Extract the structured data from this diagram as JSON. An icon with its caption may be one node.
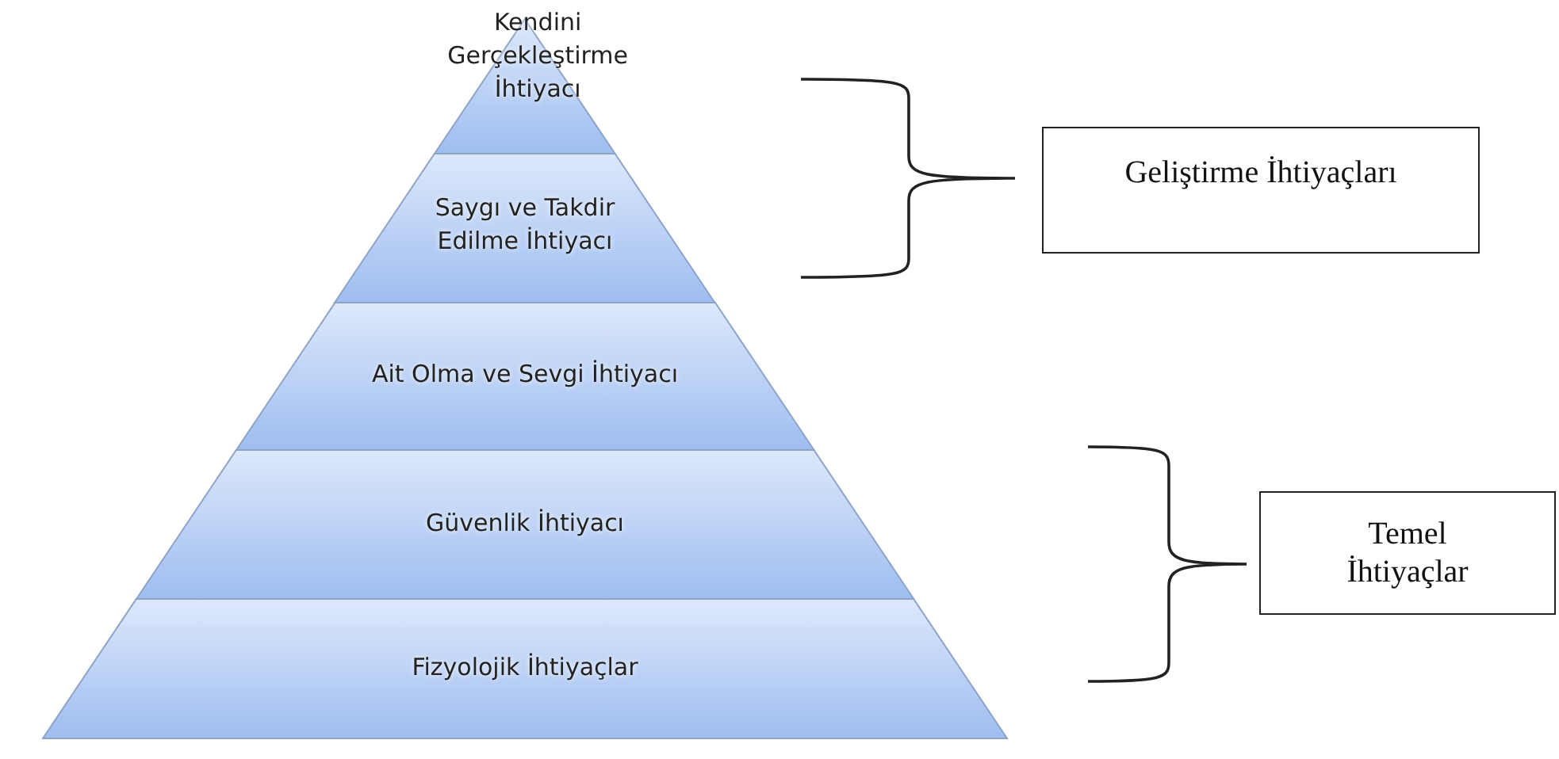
{
  "diagram": {
    "nodes": [
      {
        "text": [
          "Kendini Gerçekleştirme İhtiyacı"
        ]
      },
      {
        "text": [
          "Saygı ve Takdir Edilme İhtiyacı"
        ]
      },
      {
        "text": [
          "Ait Olma ve Sevgi İhtiyacı"
        ]
      },
      {
        "text": [
          "Güvenlik İhtiyacı"
        ]
      },
      {
        "text": [
          "Fizyolojik İhtiyaçlar"
        ]
      },
      {
        "text": [
          "Geliştirme İhtiyaçları"
        ]
      },
      {
        "text": [
          "Temel İhtiyaçlar"
        ]
      }
    ]
  }
}
